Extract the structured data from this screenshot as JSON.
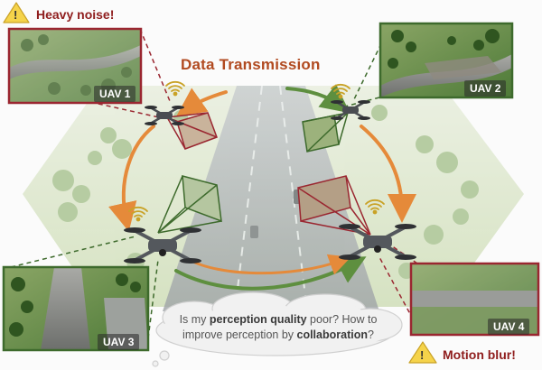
{
  "title": "Data Transmission",
  "warnings": {
    "top_left": "Heavy noise!",
    "bottom_right": "Motion blur!",
    "symbol": "!"
  },
  "uav_views": [
    {
      "label": "UAV 1",
      "border_color": "#9a2630"
    },
    {
      "label": "UAV 2",
      "border_color": "#3d6a2c"
    },
    {
      "label": "UAV 3",
      "border_color": "#3d6a2c"
    },
    {
      "label": "UAV 4",
      "border_color": "#9a2630"
    }
  ],
  "question": {
    "part1": "Is my ",
    "bold1": "perception quality",
    "part2": " poor? How to improve perception by ",
    "bold2": "collaboration",
    "part3": "?"
  },
  "colors": {
    "red": "#9a2630",
    "green": "#3d6a2c",
    "orange_arrow": "#e58a3a",
    "green_arrow": "#5e8f3f",
    "warning_fill": "#f5d34a"
  },
  "icons": [
    "warning-icon",
    "drone-icon",
    "wifi-signal-icon",
    "camera-frustum-icon",
    "cloud-icon"
  ]
}
